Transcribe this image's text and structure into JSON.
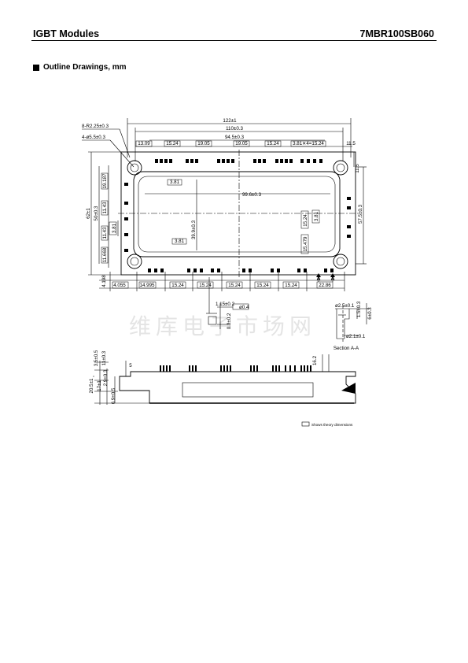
{
  "header": {
    "left": "IGBT Modules",
    "right": "7MBR100SB060"
  },
  "section": {
    "title": "Outline Drawings,  mm"
  },
  "drawing": {
    "top_dims": {
      "overall": "122±1",
      "mid": "110±0.3",
      "inner": "94.5±0.3",
      "right_offset": "11.5",
      "radius": "8-R2.25±0.3",
      "holes": "4-ø5.5±0.3"
    },
    "top_pitches": [
      "13.09",
      "15.24",
      "19.05",
      "19.05",
      "15.24",
      "3.81✕4=15.24"
    ],
    "side_dims": [
      "19.187",
      "11.43",
      "11.43",
      "11.668",
      "62±1",
      "50±0.3"
    ],
    "small_boxes": [
      "3.81",
      "3.81",
      "3.81",
      "15.24",
      "3.81",
      "15.479"
    ],
    "inner_dims": {
      "width": "99.6±0.3",
      "height": "39.9±0.3",
      "right_height": "57.5±0.3",
      "right_small": "11.5"
    },
    "bottom_pitches": [
      "4.055",
      "14.995",
      "15.24",
      "15.24",
      "15.24",
      "15.24",
      "15.24",
      "22.86"
    ],
    "bottom_left_small": "4.198",
    "section_marks": [
      "A",
      "A"
    ],
    "pin_detail": {
      "top": "1.15±0.2",
      "side": "0.8±0.2",
      "tag": "ø0.4"
    },
    "section_aa": {
      "d1": "ø2.5±0.1",
      "d2": "ø2.1±0.1",
      "h1": "1.5±0.3",
      "h2": "6±0.3",
      "label": "Section A-A"
    },
    "side_view": {
      "dims": [
        "3.5±0.5",
        "11±0.3",
        "20.5±1",
        "17±1",
        "2.9±0.3",
        "6.9±0.5",
        "5",
        "16.2"
      ]
    },
    "legend": "Shows theory dimensions"
  },
  "watermark": "维库电子市场网"
}
